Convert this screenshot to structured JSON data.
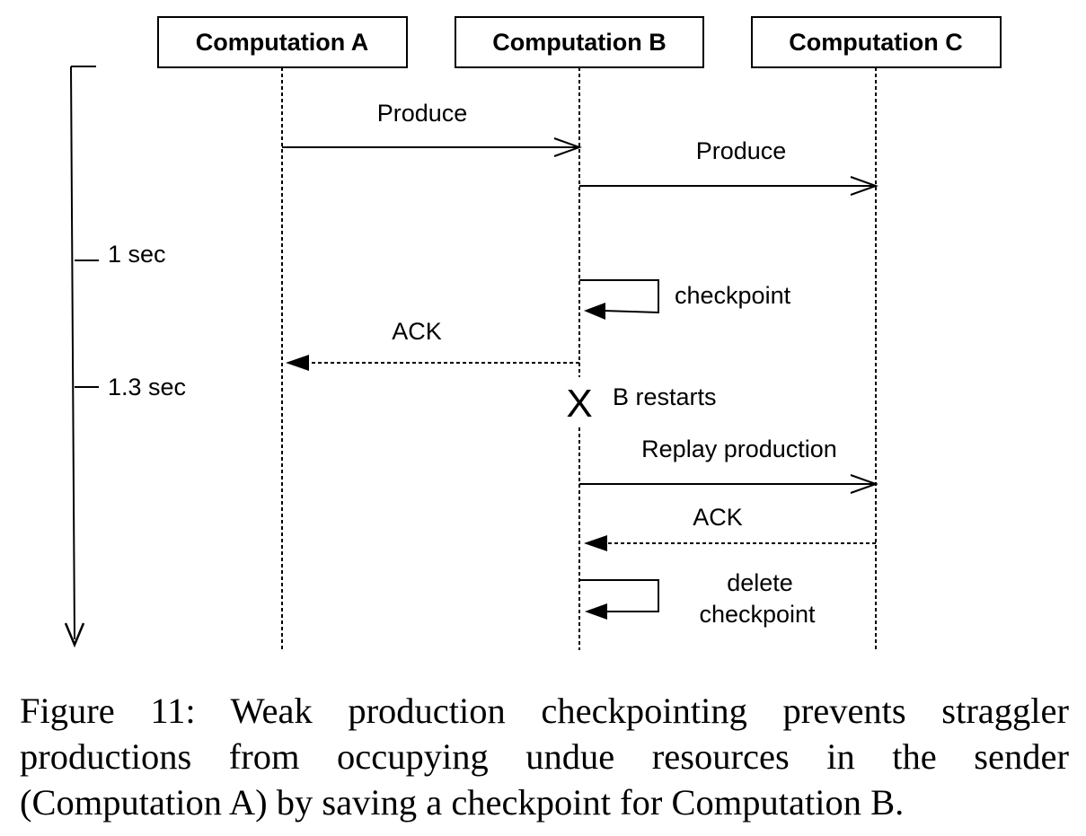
{
  "participants": [
    "Computation A",
    "Computation B",
    "Computation C"
  ],
  "timeline": {
    "ticks": [
      "1 sec",
      "1.3 sec"
    ]
  },
  "messages": {
    "a_to_b_produce": "Produce",
    "b_to_c_produce": "Produce",
    "b_checkpoint": "checkpoint",
    "b_to_a_ack": "ACK",
    "b_restart_marker": "X",
    "b_restart_label": "B restarts",
    "b_to_c_replay": "Replay production",
    "c_to_b_ack": "ACK",
    "b_delete_checkpoint_line1": "delete",
    "b_delete_checkpoint_line2": "checkpoint"
  },
  "caption": "Figure 11: Weak production checkpointing prevents straggler productions from occupying undue resources in the sender (Computation A) by saving a checkpoint for Computation B."
}
